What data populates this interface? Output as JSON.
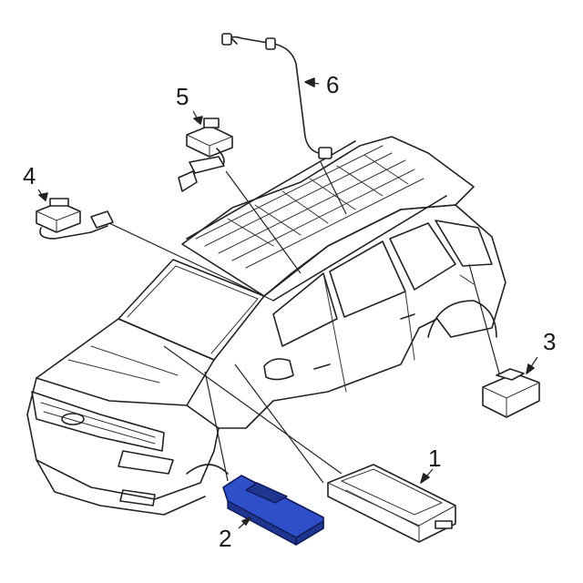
{
  "diagram": {
    "callouts": [
      {
        "id": "1",
        "label": "1"
      },
      {
        "id": "2",
        "label": "2"
      },
      {
        "id": "3",
        "label": "3"
      },
      {
        "id": "4",
        "label": "4"
      },
      {
        "id": "5",
        "label": "5"
      },
      {
        "id": "6",
        "label": "6"
      }
    ],
    "highlighted_part": "2",
    "colors": {
      "highlight": "#2f4fc9",
      "line": "#222222",
      "background": "#ffffff"
    }
  }
}
